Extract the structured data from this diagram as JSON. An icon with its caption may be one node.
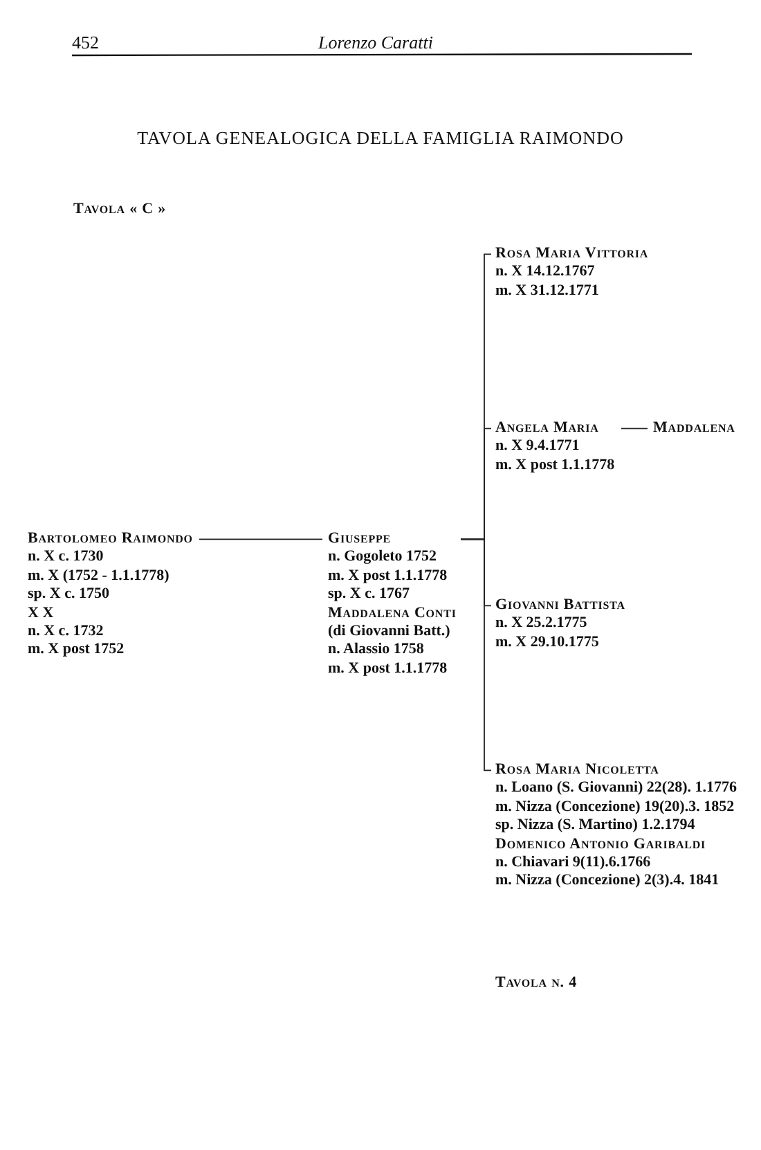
{
  "diagram": {
    "title": "TAVOLA GENEALOGICA DELLA FAMIGLIA RAIMONDO",
    "nodes": [
      {
        "text": [
          "Bartolomeo Raimondo",
          "n. X c. 1730",
          "m. X (1752 - 1.1.1778)",
          "sp. X c. 1750",
          "X X",
          "n. X c. 1732",
          "m. X post 1752"
        ]
      },
      {
        "text": [
          "Giuseppe",
          "n. Gogoleto 1752",
          "m. X post 1.1.1778",
          "sp. X c. 1767",
          "Maddalena Conti",
          "(di Giovanni Batt.)",
          "n. Alassio 1758",
          "m. X post 1.1.1778"
        ]
      },
      {
        "text": [
          "Rosa Maria Vittoria",
          "n. X 14.12.1767",
          "m. X 31.12.1771"
        ]
      },
      {
        "text": [
          "Angela Maria",
          "n. X 9.4.1771",
          "m. X post 1.1.1778"
        ]
      },
      {
        "text": [
          "Maddalena"
        ]
      },
      {
        "text": [
          "Giovanni Battista",
          "n. X 25.2.1775",
          "m. X 29.10.1775"
        ]
      },
      {
        "text": [
          "Rosa Maria Nicoletta",
          "n. Loano (S. Giovanni) 22(28). 1.1776",
          "m. Nizza (Concezione) 19(20).3. 1852",
          "sp. Nizza (S. Martino) 1.2.1794",
          "Domenico Antonio Garibaldi",
          "n. Chiavari 9(11).6.1766",
          "m. Nizza (Concezione) 2(3).4. 1841"
        ]
      }
    ],
    "edges": [
      {
        "from": 0,
        "to": 1,
        "arrow": "none"
      },
      {
        "from": 1,
        "to": 2,
        "arrow": "none"
      },
      {
        "from": 1,
        "to": 3,
        "arrow": "none"
      },
      {
        "from": 3,
        "to": 4,
        "arrow": "none"
      },
      {
        "from": 1,
        "to": 5,
        "arrow": "none"
      },
      {
        "from": 1,
        "to": 6,
        "arrow": "none"
      }
    ],
    "labels": [
      "452",
      "Lorenzo Caratti",
      "Tavola « C »",
      "Tavola n. 4"
    ]
  }
}
